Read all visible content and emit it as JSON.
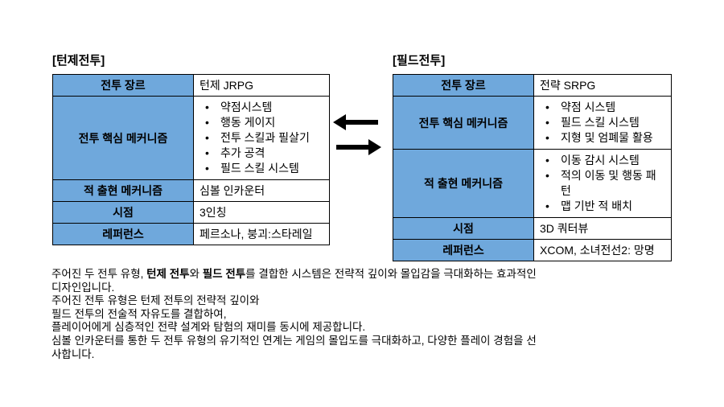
{
  "colors": {
    "header_fill": "#6FA8DC",
    "border": "#000000",
    "arrow": "#000000",
    "background": "#ffffff"
  },
  "left_table": {
    "title": "[턴제전투]",
    "rows": [
      {
        "label": "전투 장르",
        "value": "턴제 JRPG"
      },
      {
        "label": "전투 핵심 메커니즘",
        "bullets": [
          "약점시스템",
          "행동 게이지",
          "전투 스킬과 필살기",
          "추가 공격",
          "필드 스킬 시스템"
        ]
      },
      {
        "label": "적 출현 메커니즘",
        "value": "심볼 인카운터"
      },
      {
        "label": "시점",
        "value": "3인칭"
      },
      {
        "label": "레퍼런스",
        "value": "페르소나, 붕괴:스타레일"
      }
    ]
  },
  "right_table": {
    "title": "[필드전투]",
    "rows": [
      {
        "label": "전투 장르",
        "value": "전략 SRPG"
      },
      {
        "label": "전투 핵심 메커니즘",
        "bullets": [
          "약점 시스템",
          "필드 스킬 시스템",
          "지형 및 엄폐물 활용"
        ]
      },
      {
        "label": "적 출현 메커니즘",
        "bullets": [
          "이동 감시 시스템",
          "적의 이동 및 행동 패턴",
          "맵 기반 적 배치"
        ]
      },
      {
        "label": "시점",
        "value": "3D 쿼터뷰"
      },
      {
        "label": "레퍼런스",
        "value": "XCOM, 소녀전선2: 망명"
      }
    ]
  },
  "arrows": {
    "left_arrow_icon": "arrow-pointing-left",
    "right_arrow_icon": "arrow-pointing-right"
  },
  "paragraph": {
    "lines": [
      [
        {
          "t": "주어진 두 전투 유형, "
        },
        {
          "t": "턴제 전투",
          "b": true
        },
        {
          "t": "와 "
        },
        {
          "t": "필드 전투",
          "b": true
        },
        {
          "t": "를 결합한 시스템은 전략적 깊이와 몰입감을 극대화하는 효과적인"
        }
      ],
      [
        {
          "t": "디자인입니다."
        }
      ],
      [
        {
          "t": "주어진 전투 유형은 턴제 전투의 전략적 깊이와"
        }
      ],
      [
        {
          "t": "필드 전투의 전술적 자유도를 결합하여,"
        }
      ],
      [
        {
          "t": "플레이어에게 심층적인 전략 설계와 탐험의 재미를 동시에 제공합니다."
        }
      ],
      [
        {
          "t": "심볼 인카운터를 통한 두 전투 유형의 유기적인 연계는 게임의 몰입도를 극대화하고, 다양한 플레이 경험을 선"
        }
      ],
      [
        {
          "t": "사합니다."
        }
      ]
    ]
  }
}
